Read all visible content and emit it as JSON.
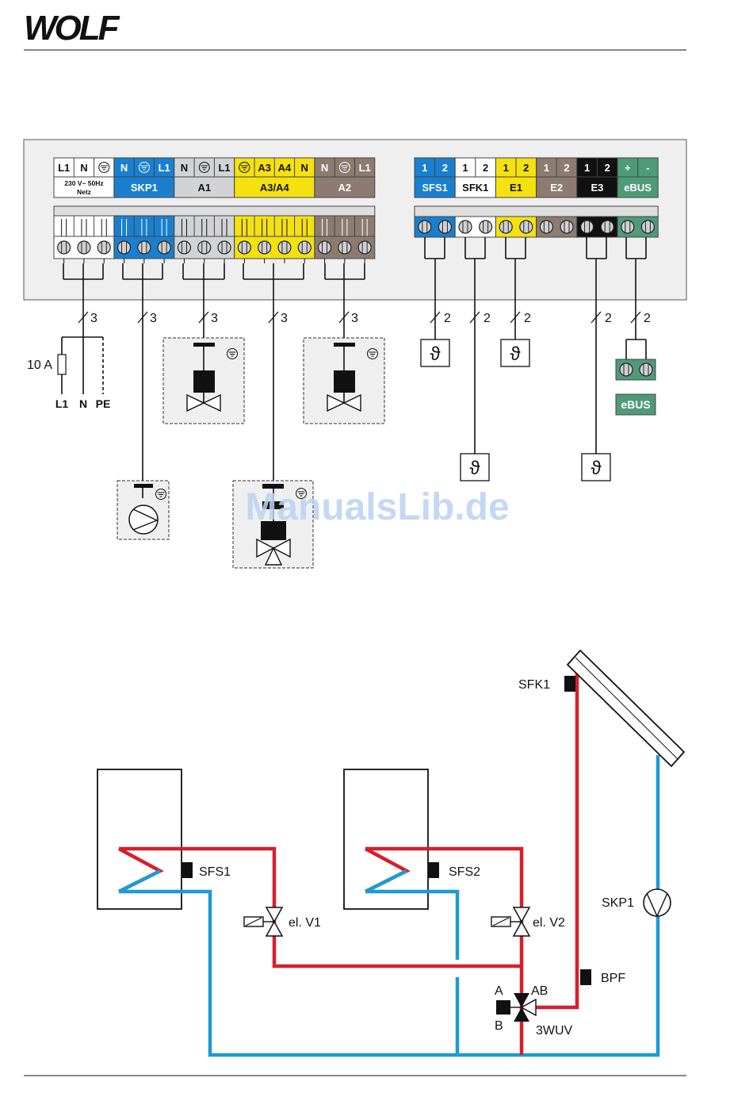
{
  "header": {
    "brand": "WOLF"
  },
  "left_block": {
    "segments": [
      {
        "id": "netz",
        "color": "#ffffff",
        "pins": [
          "L1",
          "N",
          "PE_SYMBOL"
        ],
        "name": "230 V~ 50Hz",
        "name2": "Netz"
      },
      {
        "id": "skp1",
        "color": "#1a7fcf",
        "pins": [
          "N",
          "PE_SYMBOL",
          "L1"
        ],
        "name": "SKP1"
      },
      {
        "id": "a1",
        "color": "#d2d3d5",
        "pins": [
          "N",
          "PE_SYMBOL",
          "L1"
        ],
        "name": "A1"
      },
      {
        "id": "a3a4",
        "color": "#f4e10f",
        "pins": [
          "PE_SYMBOL",
          "A3",
          "A4",
          "N"
        ],
        "name": "A3/A4"
      },
      {
        "id": "a2",
        "color": "#8c7b70",
        "pins": [
          "N",
          "PE_SYMBOL",
          "L1"
        ],
        "name": "A2"
      }
    ]
  },
  "right_block": {
    "segments": [
      {
        "id": "sfs1",
        "color": "#1a7fcf",
        "pins": [
          "1",
          "2"
        ],
        "name": "SFS1"
      },
      {
        "id": "sfk1",
        "color": "#ffffff",
        "pins": [
          "1",
          "2"
        ],
        "name": "SFK1"
      },
      {
        "id": "e1",
        "color": "#f4e10f",
        "pins": [
          "1",
          "2"
        ],
        "name": "E1"
      },
      {
        "id": "e2",
        "color": "#8c7b70",
        "pins": [
          "1",
          "2"
        ],
        "name": "E2"
      },
      {
        "id": "e3",
        "color": "#111111",
        "pins": [
          "1",
          "2"
        ],
        "name": "E3"
      },
      {
        "id": "ebus",
        "color": "#4f9a78",
        "pins": [
          "+",
          "-"
        ],
        "name": "eBUS"
      }
    ]
  },
  "wiring": {
    "cable_counts_left": [
      "3",
      "3",
      "3",
      "3",
      "3"
    ],
    "cable_counts_right": [
      "2",
      "2",
      "2",
      "2",
      "2"
    ],
    "fuse_label": "10 A",
    "mains_labels": [
      "L1",
      "N",
      "PE"
    ],
    "ebus_label": "eBUS",
    "sensor_symbol": "ϑ"
  },
  "watermark": "ManualsLib.de",
  "hydraulic": {
    "sfs1": "SFS1",
    "sfs2": "SFS2",
    "valve1": "el. V1",
    "valve2": "el. V2",
    "sfk1": "SFK1",
    "skp1": "SKP1",
    "bpf": "BPF",
    "port_a": "A",
    "port_ab": "AB",
    "port_b": "B",
    "valve_3wuv": "3WUV",
    "colors": {
      "hot": "#d71f2b",
      "cold": "#1e9ad6"
    }
  }
}
